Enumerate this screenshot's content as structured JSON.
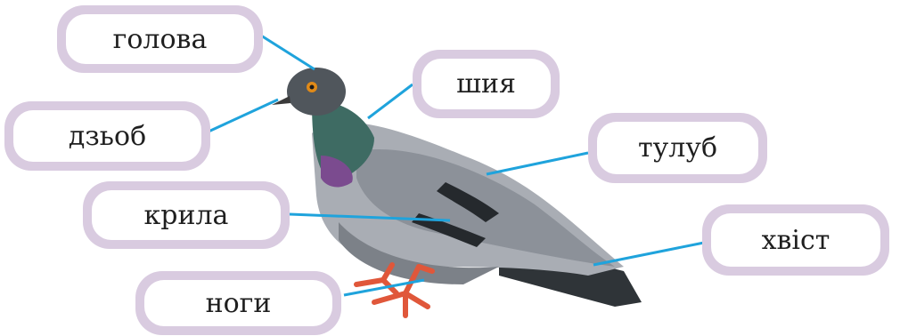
{
  "labels": {
    "head": "голова",
    "beak": "дзьоб",
    "neck": "шия",
    "body": "тулуб",
    "wings": "крила",
    "tail": "хвіст",
    "legs": "ноги"
  },
  "colors": {
    "pill_ring": "#d9cbe0",
    "pill_fill": "#ffffff",
    "leader_line": "#1fa3dc"
  }
}
